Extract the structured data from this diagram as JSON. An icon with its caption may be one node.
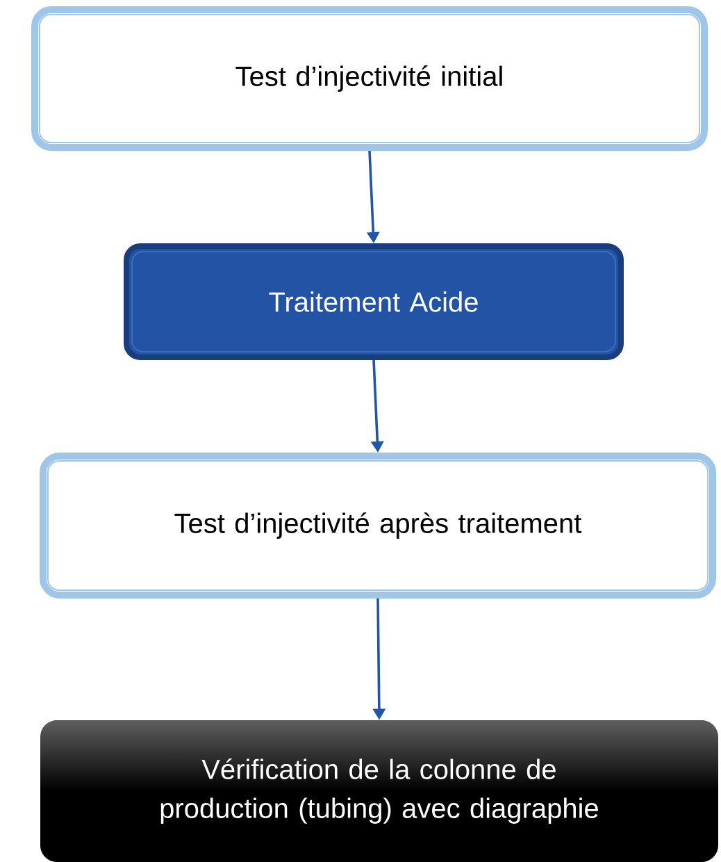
{
  "diagram": {
    "nodes": [
      {
        "text": [
          "Test d’injectivité initial"
        ]
      },
      {
        "text": [
          "Traitement Acide"
        ]
      },
      {
        "text": [
          "Test d’injectivité après traitement"
        ]
      },
      {
        "text": [
          "Vérification de la colonne de production (tubing) avec diagraphie"
        ]
      }
    ],
    "edges": [
      {
        "from": 0,
        "to": 1,
        "arrow": "to"
      },
      {
        "from": 1,
        "to": 2,
        "arrow": "to"
      },
      {
        "from": 2,
        "to": 3,
        "arrow": "to"
      }
    ]
  }
}
